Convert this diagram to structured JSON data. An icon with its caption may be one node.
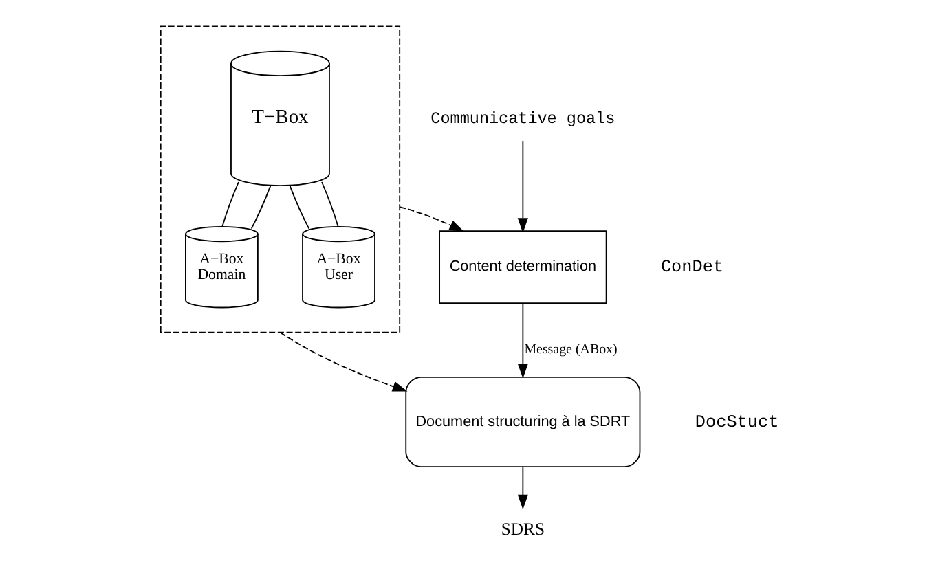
{
  "diagram": {
    "nodes": [
      {
        "text": [],
        "shape": "box"
      },
      {
        "text": [
          "T−Box"
        ],
        "in": 0
      },
      {
        "text": [
          "A−Box",
          "Domain"
        ],
        "in": 0
      },
      {
        "text": [
          "A−Box",
          "User"
        ],
        "in": 0
      },
      {
        "text": [
          "Communicative goals"
        ]
      },
      {
        "text": [
          "Content determination"
        ],
        "beside": [
          "ConDet"
        ]
      },
      {
        "text": [
          "Document structuring à la SDRT"
        ],
        "beside": [
          "DocStuct"
        ]
      },
      {
        "text": [
          "SDRS"
        ]
      }
    ],
    "edges": [
      {
        "from": 1,
        "to": 2,
        "arrow": "none"
      },
      {
        "from": 1,
        "to": 2,
        "arrow": "none"
      },
      {
        "from": 1,
        "to": 3,
        "arrow": "none"
      },
      {
        "from": 1,
        "to": 3,
        "arrow": "none"
      },
      {
        "from": 0,
        "to": 5,
        "arrow": "to",
        "style": "dashed"
      },
      {
        "from": 0,
        "to": 6,
        "arrow": "to",
        "style": "dashed"
      },
      {
        "from": 4,
        "to": 5,
        "arrow": "to"
      },
      {
        "from": 5,
        "to": 6,
        "arrow": "to",
        "label": "Message (ABox)"
      },
      {
        "from": 6,
        "to": 7,
        "arrow": "to"
      }
    ]
  }
}
